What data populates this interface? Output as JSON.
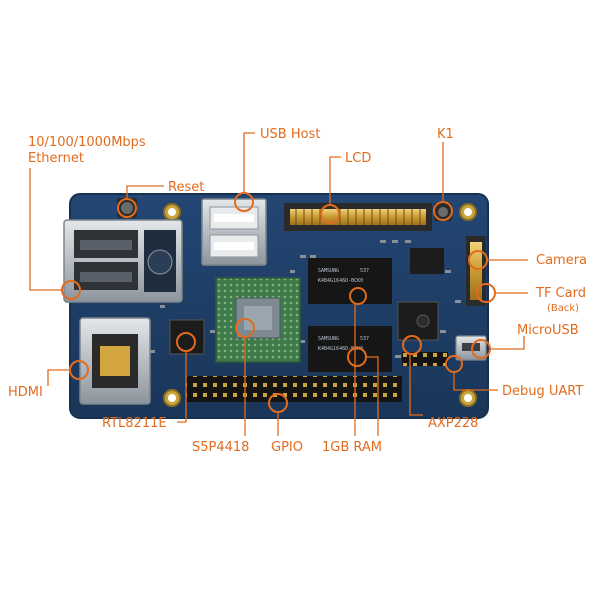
{
  "labels": {
    "ethernet": "10/100/1000Mbps",
    "ethernet_line2": "Ethernet",
    "usb_host": "USB Host",
    "k1": "K1",
    "reset": "Reset",
    "lcd": "LCD",
    "camera": "Camera",
    "tf_card": "TF Card",
    "tf_card_note": "(Back)",
    "microusb": "MicroUSB",
    "hdmi": "HDMI",
    "debug_uart": "Debug UART",
    "rtl8211e": "RTL8211E",
    "s5p4418": "S5P4418",
    "gpio": "GPIO",
    "ram": "1GB RAM",
    "axp228": "AXP228"
  },
  "chip_markings": {
    "ram_top_brand": "SAMSUNG",
    "ram_top_code": "537",
    "ram_top_part": "K4B4G1646D-BCK0",
    "ram_bottom_brand": "SAMSUNG",
    "ram_bottom_code": "537",
    "ram_bottom_part": "K4B4G1646D-BCK0"
  },
  "colors": {
    "accent": "#e26b1e",
    "pcb": "#1f3d66",
    "pcb_edge": "#16314f"
  }
}
